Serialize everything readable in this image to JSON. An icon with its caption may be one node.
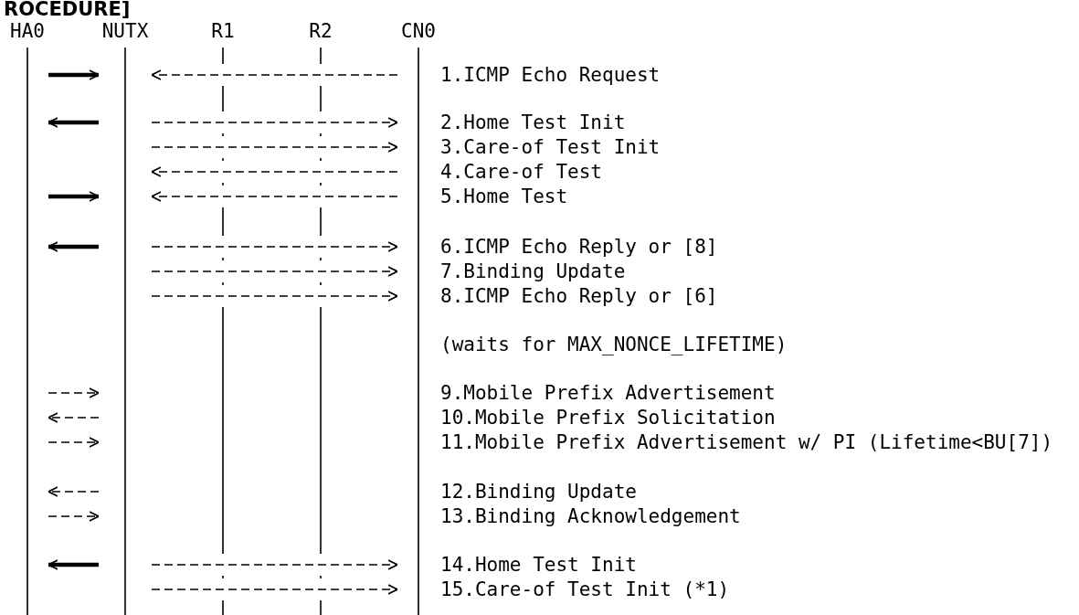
{
  "diagram": {
    "title": "ROCEDURE]",
    "nodes": [
      {
        "text": [
          "HA0"
        ]
      },
      {
        "text": [
          "NUTX"
        ]
      },
      {
        "text": [
          "R1"
        ]
      },
      {
        "text": [
          "R2"
        ]
      },
      {
        "text": [
          "CN0"
        ]
      }
    ],
    "edges": [
      {
        "from": 0,
        "to": 1,
        "arrow": "to",
        "style": "thick"
      },
      {
        "from": 4,
        "to": 1,
        "arrow": "to",
        "style": "dashed"
      },
      {
        "from": 1,
        "to": 0,
        "arrow": "to",
        "style": "thick"
      },
      {
        "from": 1,
        "to": 4,
        "arrow": "to",
        "style": "dashed"
      },
      {
        "from": 1,
        "to": 4,
        "arrow": "to",
        "style": "dashed"
      },
      {
        "from": 4,
        "to": 1,
        "arrow": "to",
        "style": "dashed"
      },
      {
        "from": 0,
        "to": 1,
        "arrow": "to",
        "style": "thick"
      },
      {
        "from": 4,
        "to": 1,
        "arrow": "to",
        "style": "dashed"
      },
      {
        "from": 1,
        "to": 0,
        "arrow": "to",
        "style": "thick"
      },
      {
        "from": 1,
        "to": 4,
        "arrow": "to",
        "style": "dashed"
      },
      {
        "from": 1,
        "to": 4,
        "arrow": "to",
        "style": "dashed"
      },
      {
        "from": 1,
        "to": 4,
        "arrow": "to",
        "style": "dashed"
      },
      {
        "from": 0,
        "to": 1,
        "arrow": "to",
        "style": "dashed"
      },
      {
        "from": 1,
        "to": 0,
        "arrow": "to",
        "style": "dashed"
      },
      {
        "from": 0,
        "to": 1,
        "arrow": "to",
        "style": "dashed"
      },
      {
        "from": 1,
        "to": 0,
        "arrow": "to",
        "style": "dashed"
      },
      {
        "from": 0,
        "to": 1,
        "arrow": "to",
        "style": "dashed"
      },
      {
        "from": 1,
        "to": 0,
        "arrow": "to",
        "style": "thick"
      },
      {
        "from": 1,
        "to": 4,
        "arrow": "to",
        "style": "dashed"
      },
      {
        "from": 1,
        "to": 4,
        "arrow": "to",
        "style": "dashed"
      }
    ],
    "labels": [
      "1.ICMP Echo Request",
      "2.Home Test Init",
      "3.Care-of Test Init",
      "4.Care-of Test",
      "5.Home Test",
      "6.ICMP Echo Reply or [8]",
      "7.Binding Update",
      "8.ICMP Echo Reply or [6]",
      "(waits for MAX_NONCE_LIFETIME)",
      "9.Mobile Prefix Advertisement",
      "10.Mobile Prefix Solicitation",
      "11.Mobile Prefix Advertisement w/ PI (Lifetime<BU[7])",
      "12.Binding Update",
      "13.Binding Acknowledgement",
      "14.Home Test Init",
      "15.Care-of Test Init (*1)"
    ]
  }
}
